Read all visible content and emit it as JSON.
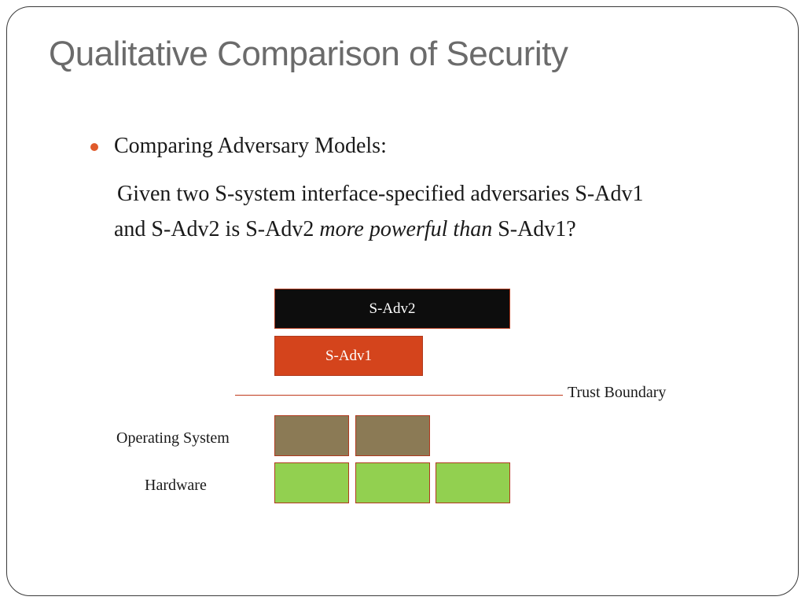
{
  "slide": {
    "title": "Qualitative Comparison of Security",
    "bullet": {
      "heading": "Comparing Adversary Models:",
      "line1": "Given two S-system interface-specified adversaries S-Adv1",
      "line2_start": "and S-Adv2 is S-Adv2 ",
      "line2_emphasis": "more powerful than",
      "line2_end": " S-Adv1?"
    }
  },
  "diagram": {
    "adversaries": [
      {
        "label": "S-Adv2"
      },
      {
        "label": "S-Adv1"
      }
    ],
    "boundary_label": "Trust Boundary",
    "os_label": "Operating System",
    "hw_label": "Hardware"
  },
  "colors": {
    "bullet": "#e05a2b",
    "adv2_fill": "#0d0d0d",
    "adv1_fill": "#d4441c",
    "block_border": "#b03a1e",
    "os_fill": "#8b7a55",
    "hw_fill": "#92d050",
    "boundary_line": "#c0391c"
  }
}
